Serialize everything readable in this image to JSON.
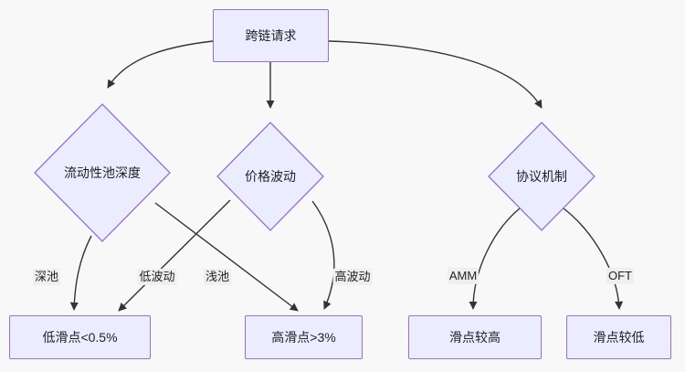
{
  "diagram": {
    "type": "flowchart",
    "title": "",
    "background_color": "#f8f8f8",
    "node_fill": "#ececff",
    "node_stroke": "#9370db",
    "edge_color": "#333333",
    "label_background": "#efefef",
    "nodes": [
      {
        "id": "root",
        "label": "跨链请求",
        "shape": "rect"
      },
      {
        "id": "liquidity",
        "label": "流动性池深度",
        "shape": "diamond"
      },
      {
        "id": "volatility",
        "label": "价格波动",
        "shape": "diamond"
      },
      {
        "id": "protocol",
        "label": "协议机制",
        "shape": "diamond"
      },
      {
        "id": "low_slip",
        "label": "低滑点<0.5%",
        "shape": "rect"
      },
      {
        "id": "high_slip",
        "label": "高滑点>3%",
        "shape": "rect"
      },
      {
        "id": "slip_high",
        "label": "滑点较高",
        "shape": "rect"
      },
      {
        "id": "slip_low",
        "label": "滑点较低",
        "shape": "rect"
      }
    ],
    "edges": [
      {
        "from": "root",
        "to": "liquidity",
        "label": ""
      },
      {
        "from": "root",
        "to": "volatility",
        "label": ""
      },
      {
        "from": "root",
        "to": "protocol",
        "label": ""
      },
      {
        "from": "liquidity",
        "to": "low_slip",
        "label": "深池"
      },
      {
        "from": "liquidity",
        "to": "high_slip",
        "label": "浅池"
      },
      {
        "from": "volatility",
        "to": "low_slip",
        "label": "低波动"
      },
      {
        "from": "volatility",
        "to": "high_slip",
        "label": "高波动"
      },
      {
        "from": "protocol",
        "to": "slip_high",
        "label": "AMM"
      },
      {
        "from": "protocol",
        "to": "slip_low",
        "label": "OFT"
      }
    ]
  }
}
